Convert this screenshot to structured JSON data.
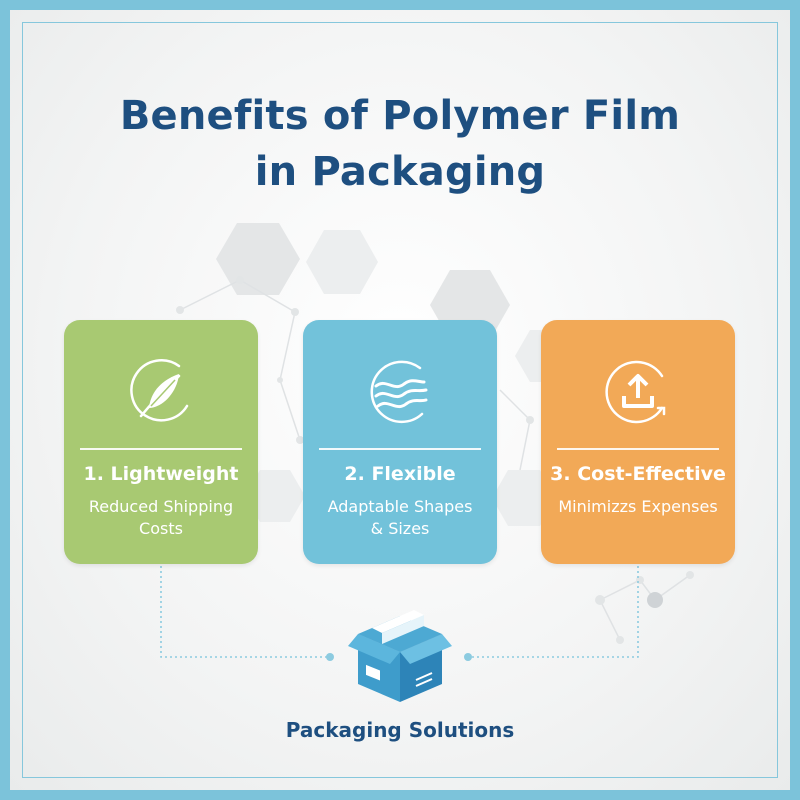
{
  "title_line1": "Benefits of Polymer Film",
  "title_line2": "in Packaging",
  "cards": [
    {
      "heading": "1. Lightweight",
      "sub_line1": "Reduced Shipping",
      "sub_line2": "Costs",
      "icon": "feather-icon",
      "color": "#a8c972"
    },
    {
      "heading": "2. Flexible",
      "sub_line1": "Adaptable Shapes",
      "sub_line2": "& Sizes",
      "icon": "waves-icon",
      "color": "#72c2da"
    },
    {
      "heading": "3. Cost-Effective",
      "sub_line1": "Minimizzs Expenses",
      "sub_line2": "",
      "icon": "upload-icon",
      "color": "#f2a957"
    }
  ],
  "footer_label": "Packaging Solutions",
  "footer_icon": "package-box-icon",
  "colors": {
    "title": "#1e4f80",
    "frame": "#7cc3da"
  }
}
